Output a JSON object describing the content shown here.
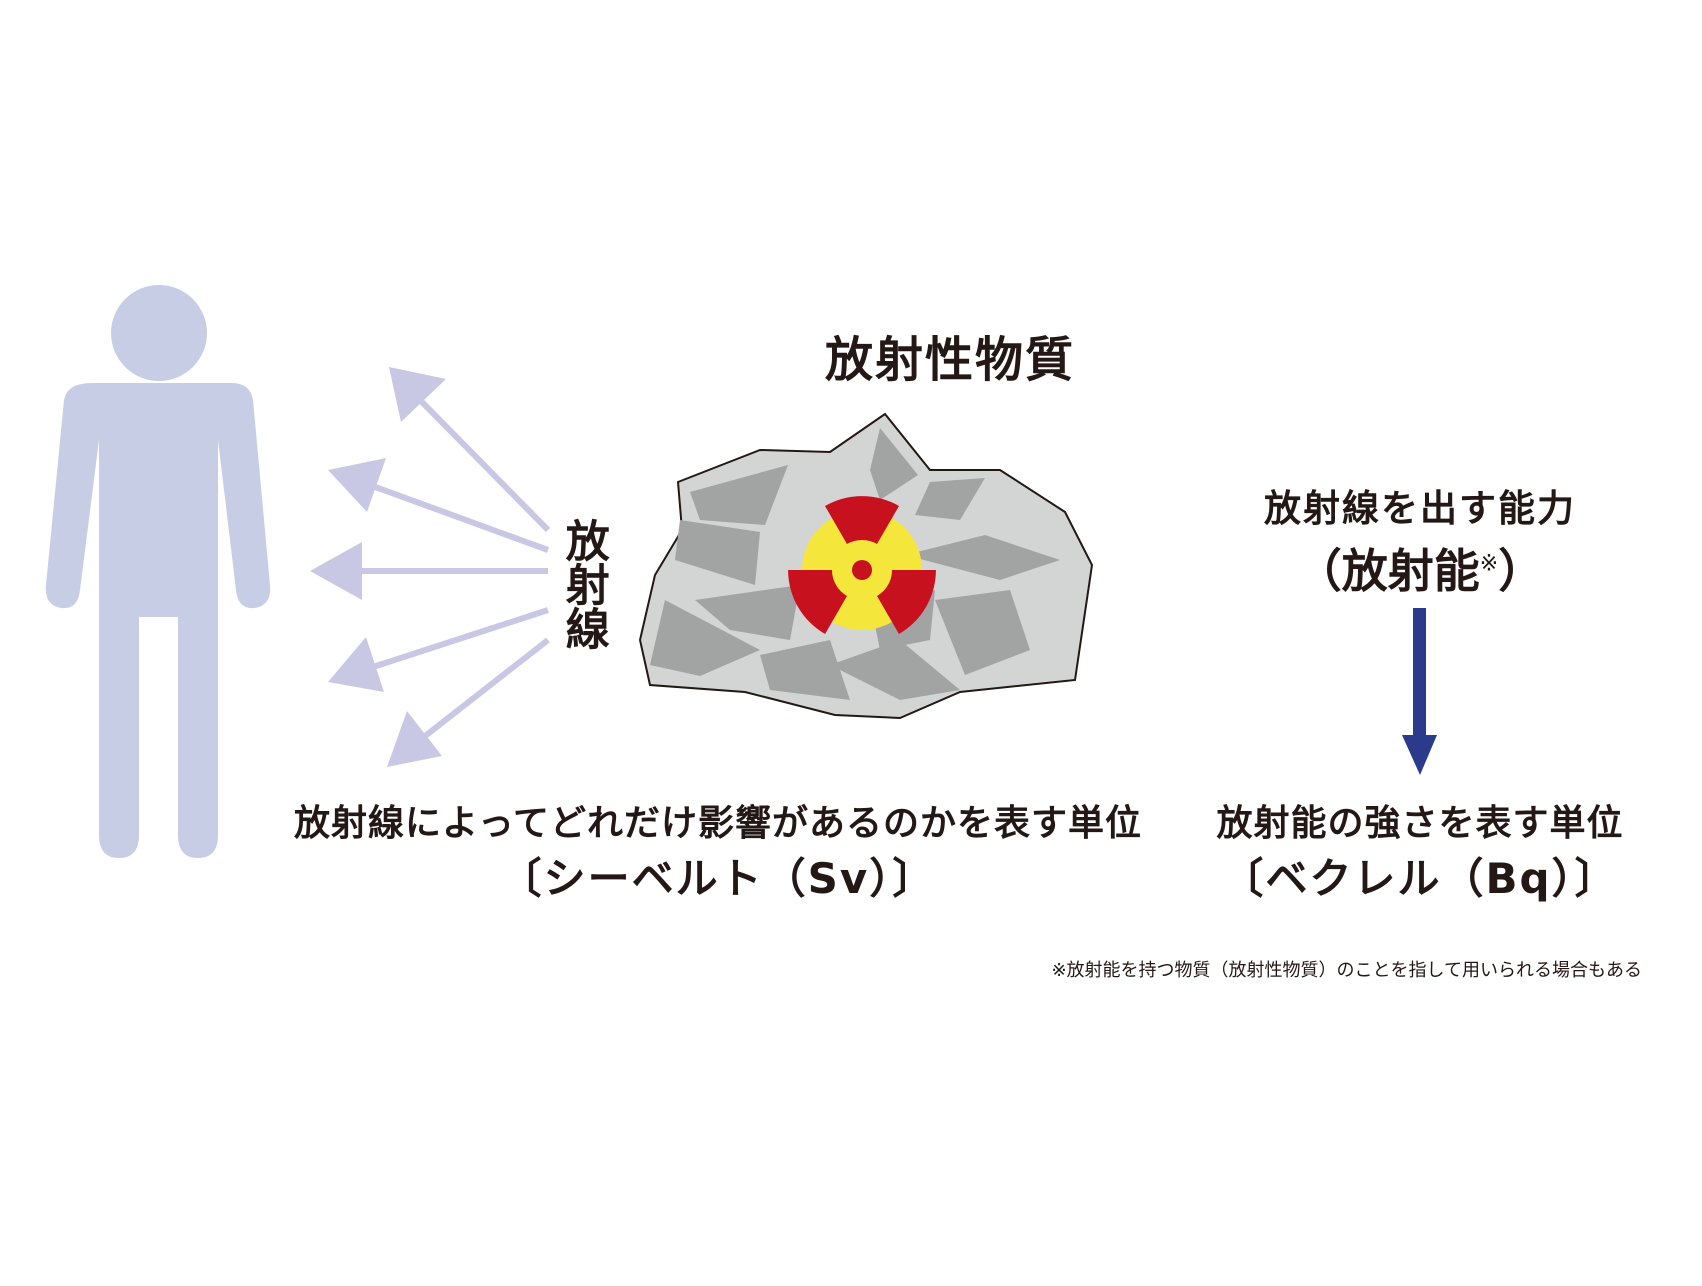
{
  "labels": {
    "material_title": "放射性物質",
    "rays_label": "放射線",
    "activity_title": "放射線を出す能力",
    "activity_paren_open": "（",
    "activity_name": "放射能",
    "activity_note_mark": "※",
    "activity_paren_close": "）",
    "sv_description": "放射線によってどれだけ影響があるのかを表す単位",
    "sv_unit": "〔シーベルト（Sv）〕",
    "bq_description": "放射能の強さを表す単位",
    "bq_unit": "〔ベクレル（Bq）〕",
    "footnote": "※放射能を持つ物質（放射性物質）のことを指して用いられる場合もある"
  },
  "colors": {
    "person": "#c8cde6",
    "ray_arrows": "#c9c8e4",
    "rock_fill": "#d3d4d4",
    "rock_shade": "#a2a3a3",
    "rock_outline": "#231815",
    "symbol_background": "#f5e63b",
    "symbol_trefoil": "#c8111e",
    "down_arrow": "#2b3a8a",
    "text": "#231815"
  },
  "icons": {
    "person": "person-silhouette-icon",
    "rock": "radioactive-rock-icon",
    "symbol": "radiation-trefoil-icon"
  }
}
